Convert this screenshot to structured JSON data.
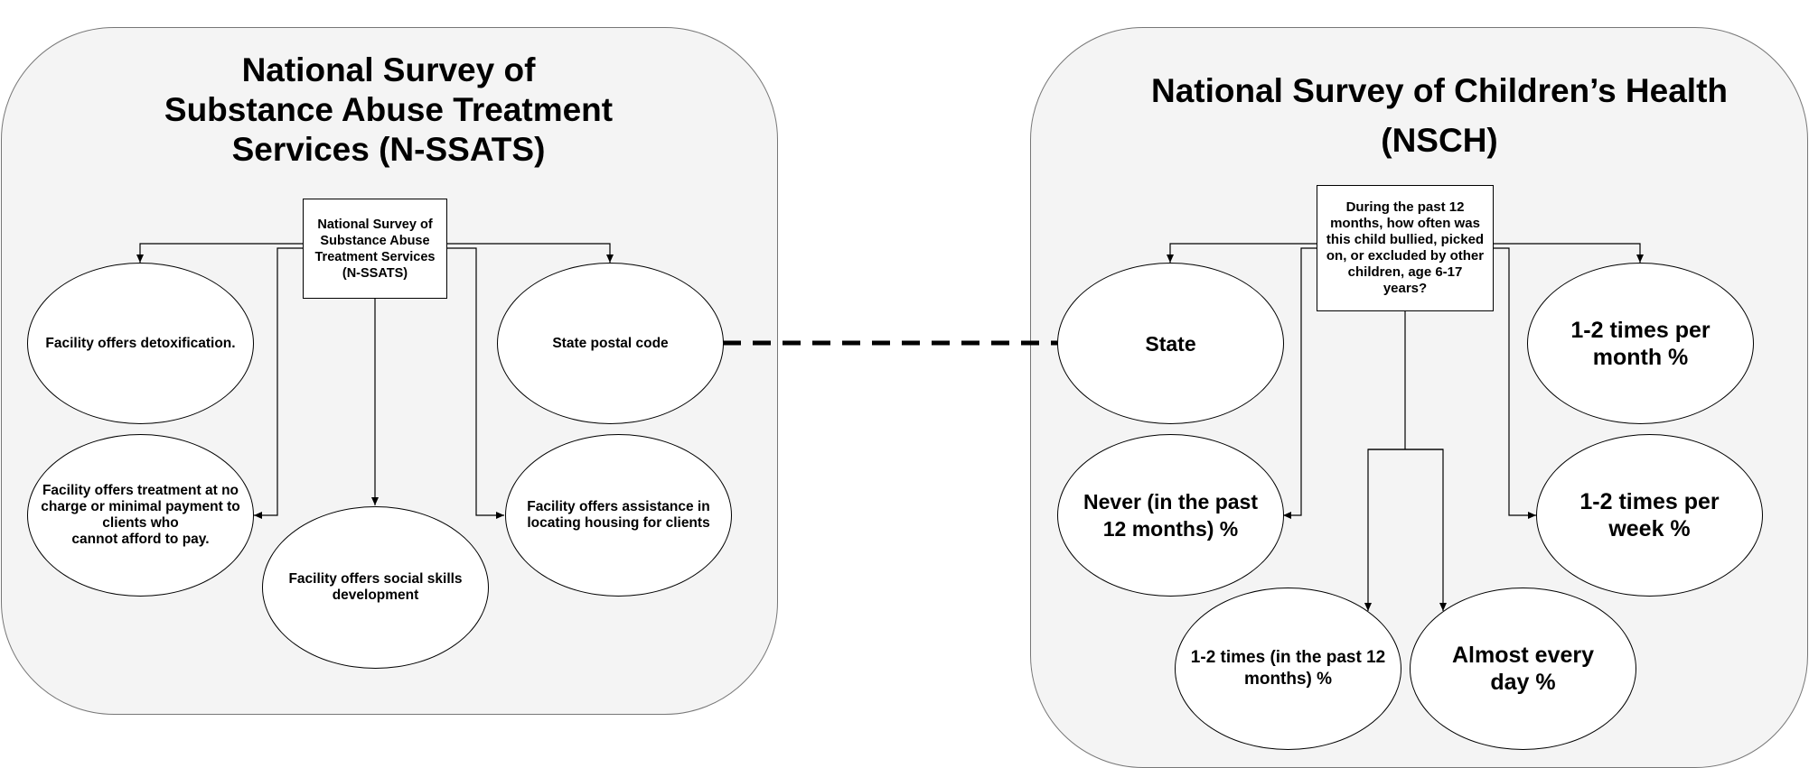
{
  "left_panel": {
    "title": "National Survey of\nSubstance Abuse Treatment\nServices (N-SSATS)",
    "root_box": "National Survey of Substance Abuse Treatment Services (N-SSATS)",
    "nodes": {
      "detox": "Facility offers detoxification.",
      "postal": "State postal code",
      "treatment": "Facility offers treatment at no charge or minimal payment to clients who\ncannot afford to pay.",
      "social": "Facility offers social skills development",
      "housing": "Facility offers assistance in locating housing for clients"
    }
  },
  "right_panel": {
    "title": "National Survey of Children’s Health\n(NSCH)",
    "root_box": "During the past 12 months, how often was this child bullied, picked on, or excluded by other children, age 6-17 years?",
    "nodes": {
      "state": "State",
      "month": "1-2 times per month %",
      "never": "Never (in the past 12 months) %",
      "week": "1-2 times per week %",
      "times12": "1-2 times (in the past 12 months) %",
      "almost": "Almost every day %"
    }
  },
  "colors": {
    "panel_fill": "#f4f4f4",
    "panel_border": "#777777",
    "line": "#000000",
    "node_fill": "#ffffff"
  }
}
